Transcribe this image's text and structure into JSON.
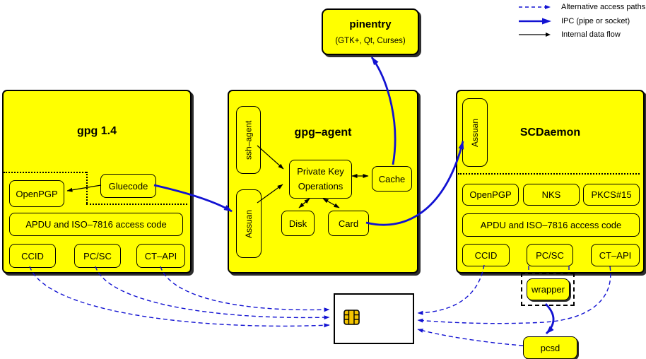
{
  "colors": {
    "box_fill": "#ffff00",
    "ipc_blue": "#1212d2",
    "internal_black": "#000000",
    "smartcard_fill": "#ffffff",
    "shadow": "#2e2e2e"
  },
  "legend": {
    "items": [
      {
        "icon": "dashed-arrow-icon",
        "label": "Alternative access paths"
      },
      {
        "icon": "ipc-arrow-icon",
        "label": "IPC (pipe or socket)"
      },
      {
        "icon": "flow-arrow-icon",
        "label": "Internal data flow"
      }
    ]
  },
  "pinentry": {
    "title": "pinentry",
    "subtitle": "(GTK+, Qt, Curses)"
  },
  "gpg14": {
    "title": "gpg 1.4",
    "gluecode": "Gluecode",
    "openpgp": "OpenPGP",
    "apdu": "APDU and ISO–7816 access code",
    "ccid": "CCID",
    "pcsc": "PC/SC",
    "ctapi": "CT–API"
  },
  "gpg_agent": {
    "title": "gpg–agent",
    "ssh_agent": "ssh–agent",
    "assuan": "Assuan",
    "private_key_line1": "Private Key",
    "private_key_line2": "Operations",
    "cache": "Cache",
    "disk": "Disk",
    "card": "Card"
  },
  "scdaemon": {
    "title": "SCDaemon",
    "assuan": "Assuan",
    "openpgp": "OpenPGP",
    "nks": "NKS",
    "pkcs15": "PKCS#15",
    "apdu": "APDU and ISO–7816 access code",
    "ccid": "CCID",
    "pcsc": "PC/SC",
    "ctapi": "CT–API"
  },
  "peripherals": {
    "wrapper": "wrapper",
    "pcsd": "pcsd",
    "smartcard_icon": "smartcard-chip-icon"
  }
}
